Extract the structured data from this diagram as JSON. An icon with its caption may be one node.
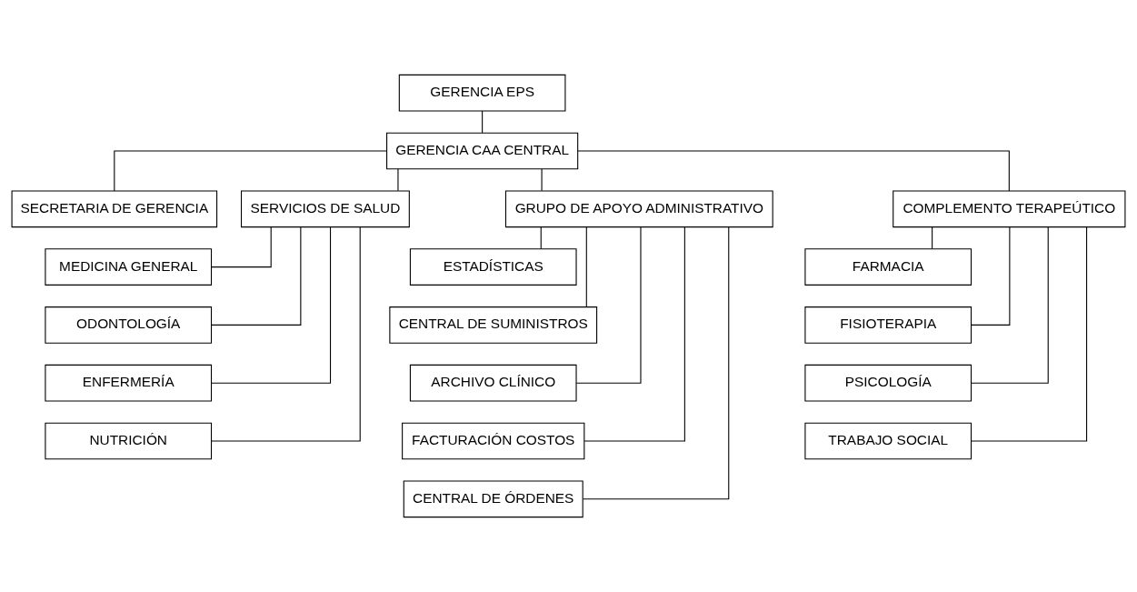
{
  "diagram": {
    "nodes": [
      {
        "text": [
          "GERENCIA EPS"
        ]
      },
      {
        "text": [
          "GERENCIA CAA CENTRAL"
        ]
      },
      {
        "text": [
          "SECRETARIA DE GERENCIA"
        ]
      },
      {
        "text": [
          "SERVICIOS DE SALUD"
        ]
      },
      {
        "text": [
          "GRUPO DE APOYO ADMINISTRATIVO"
        ]
      },
      {
        "text": [
          "COMPLEMENTO TERAPEÚTICO"
        ]
      },
      {
        "text": [
          "MEDICINA GENERAL"
        ]
      },
      {
        "text": [
          "ODONTOLOGÍA"
        ]
      },
      {
        "text": [
          "ENFERMERÍA"
        ]
      },
      {
        "text": [
          "NUTRICIÓN"
        ]
      },
      {
        "text": [
          "ESTADÍSTICAS"
        ]
      },
      {
        "text": [
          "CENTRAL DE SUMINISTROS"
        ]
      },
      {
        "text": [
          "ARCHIVO CLÍNICO"
        ]
      },
      {
        "text": [
          "FACTURACIÓN COSTOS"
        ]
      },
      {
        "text": [
          "CENTRAL DE ÓRDENES"
        ]
      },
      {
        "text": [
          "FARMACIA"
        ]
      },
      {
        "text": [
          "FISIOTERAPIA"
        ]
      },
      {
        "text": [
          "PSICOLOGÍA"
        ]
      },
      {
        "text": [
          "TRABAJO SOCIAL"
        ]
      }
    ],
    "edges": [
      {
        "from": 0,
        "to": 1,
        "arrow": "none"
      },
      {
        "from": 1,
        "to": 2,
        "arrow": "none"
      },
      {
        "from": 1,
        "to": 3,
        "arrow": "none"
      },
      {
        "from": 1,
        "to": 4,
        "arrow": "none"
      },
      {
        "from": 1,
        "to": 5,
        "arrow": "none"
      },
      {
        "from": 3,
        "to": 6,
        "arrow": "none"
      },
      {
        "from": 3,
        "to": 7,
        "arrow": "none"
      },
      {
        "from": 3,
        "to": 8,
        "arrow": "none"
      },
      {
        "from": 3,
        "to": 9,
        "arrow": "none"
      },
      {
        "from": 4,
        "to": 10,
        "arrow": "none"
      },
      {
        "from": 4,
        "to": 11,
        "arrow": "none"
      },
      {
        "from": 4,
        "to": 12,
        "arrow": "none"
      },
      {
        "from": 4,
        "to": 13,
        "arrow": "none"
      },
      {
        "from": 4,
        "to": 14,
        "arrow": "none"
      },
      {
        "from": 5,
        "to": 15,
        "arrow": "none"
      },
      {
        "from": 5,
        "to": 16,
        "arrow": "none"
      },
      {
        "from": 5,
        "to": 17,
        "arrow": "none"
      },
      {
        "from": 5,
        "to": 18,
        "arrow": "none"
      }
    ]
  }
}
